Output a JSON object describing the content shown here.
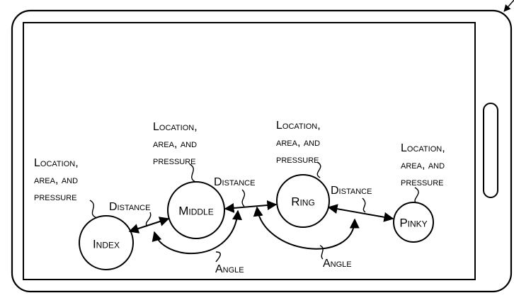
{
  "fingers": [
    {
      "id": "index",
      "label": "Index"
    },
    {
      "id": "middle",
      "label": "Middle"
    },
    {
      "id": "ring",
      "label": "Ring"
    },
    {
      "id": "pinky",
      "label": "Pinky"
    }
  ],
  "attribute_labels": {
    "index": [
      "Location,",
      "area, and",
      "pressure"
    ],
    "middle": [
      "Location,",
      "area, and",
      "pressure"
    ],
    "ring": [
      "Location,",
      "area, and",
      "pressure"
    ],
    "pinky": [
      "Location,",
      "area, and",
      "pressure"
    ]
  },
  "relations": {
    "distance_index_middle": "Distance",
    "distance_middle_ring": "Distance",
    "distance_ring_pinky": "Distance",
    "angle_index_middle_ring": "Angle",
    "angle_middle_ring_pinky": "Angle"
  }
}
